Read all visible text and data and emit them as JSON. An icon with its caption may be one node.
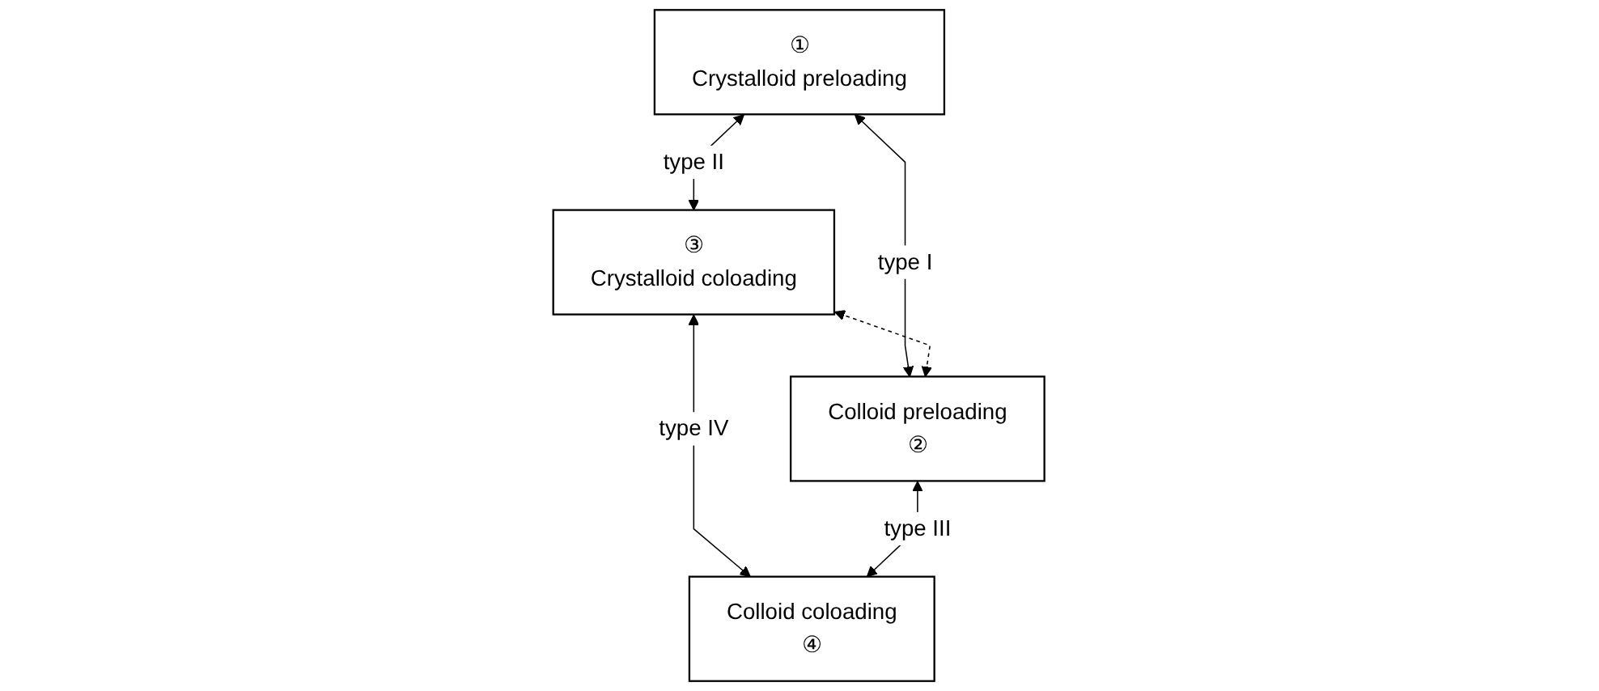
{
  "diagram": {
    "nodes": [
      {
        "text": [
          "①",
          "Crystalloid preloading"
        ]
      },
      {
        "text": [
          "③",
          "Crystalloid coloading"
        ]
      },
      {
        "text": [
          "Colloid preloading",
          "②"
        ]
      },
      {
        "text": [
          "Colloid coloading",
          "④"
        ]
      }
    ],
    "edges": [
      {
        "from": 0,
        "to": 1,
        "arrow": "both",
        "label": "type II"
      },
      {
        "from": 0,
        "to": 2,
        "arrow": "both",
        "label": "type I"
      },
      {
        "from": 1,
        "to": 2,
        "arrow": "both",
        "style": "dashed"
      },
      {
        "from": 1,
        "to": 3,
        "arrow": "both",
        "label": "type IV"
      },
      {
        "from": 2,
        "to": 3,
        "arrow": "both",
        "label": "type III"
      }
    ]
  }
}
